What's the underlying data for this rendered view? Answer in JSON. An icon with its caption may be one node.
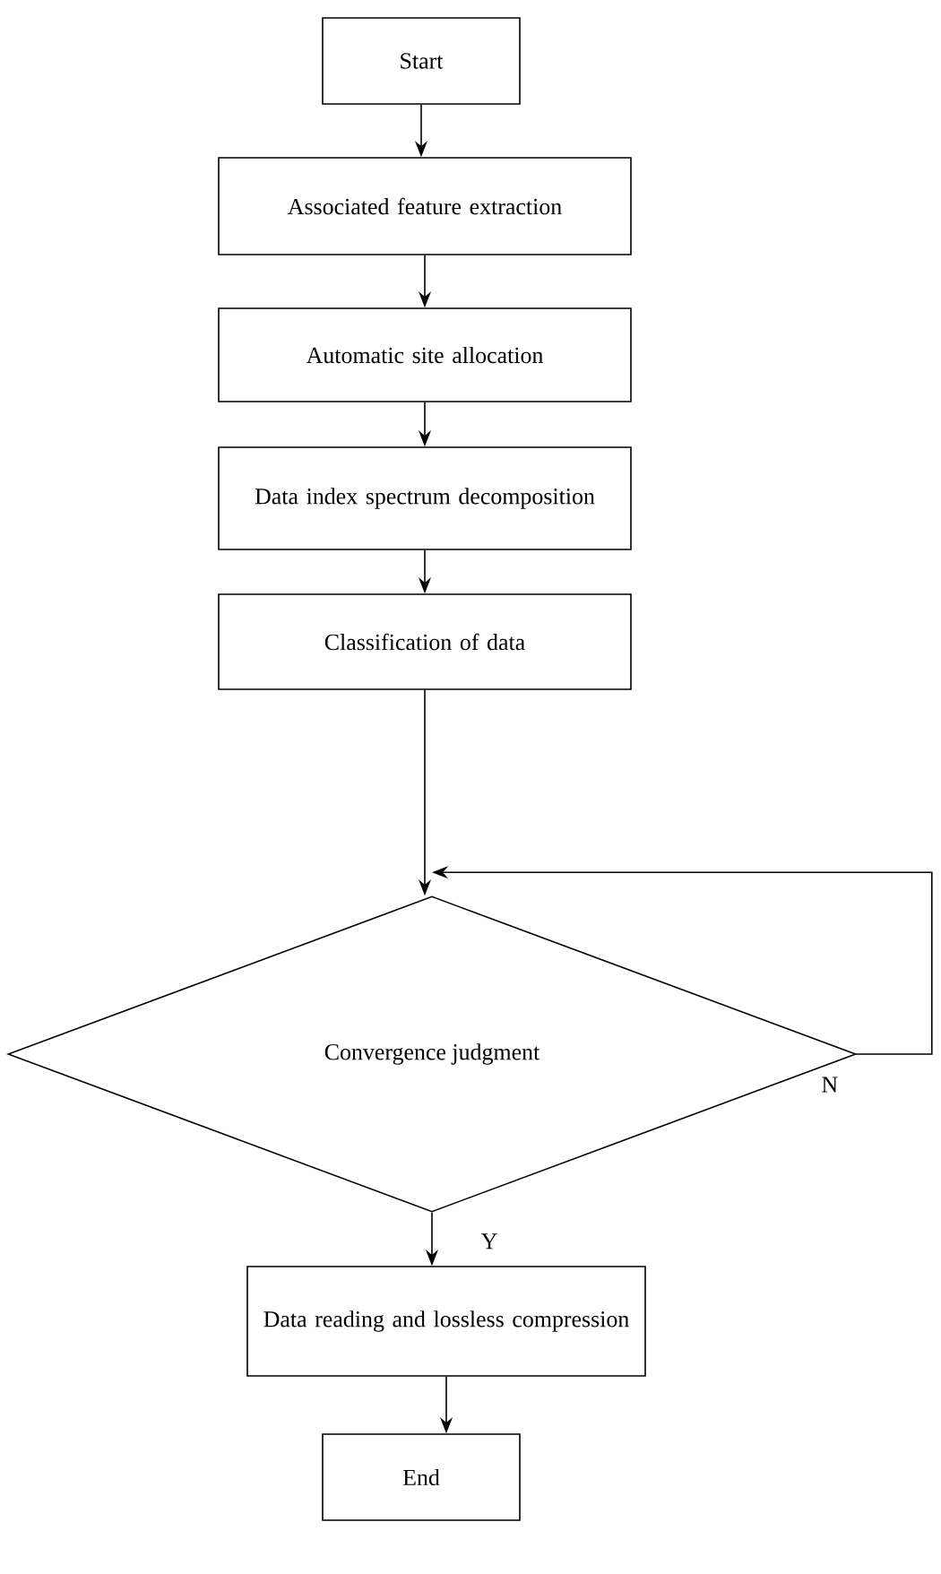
{
  "diagram": {
    "nodes": [
      {
        "text": [
          "Start"
        ]
      },
      {
        "text": [
          "Associated feature extraction"
        ]
      },
      {
        "text": [
          "Automatic site allocation"
        ]
      },
      {
        "text": [
          "Data index spectrum decomposition"
        ]
      },
      {
        "text": [
          "Classification of data"
        ]
      },
      {
        "text": [
          "Convergence judgment"
        ]
      },
      {
        "text": [
          "Data reading and lossless compression"
        ]
      },
      {
        "text": [
          "End"
        ]
      }
    ],
    "edges": [
      {
        "from": 0,
        "to": 1,
        "arrow": "to"
      },
      {
        "from": 1,
        "to": 2,
        "arrow": "to"
      },
      {
        "from": 2,
        "to": 3,
        "arrow": "to"
      },
      {
        "from": 3,
        "to": 4,
        "arrow": "to"
      },
      {
        "from": 4,
        "to": 5,
        "arrow": "to"
      },
      {
        "from": 5,
        "to": 6,
        "arrow": "to",
        "label": "Y"
      },
      {
        "from": 6,
        "to": 7,
        "arrow": "to"
      },
      {
        "from": 5,
        "to": 5,
        "arrow": "to",
        "label": "N"
      }
    ]
  }
}
